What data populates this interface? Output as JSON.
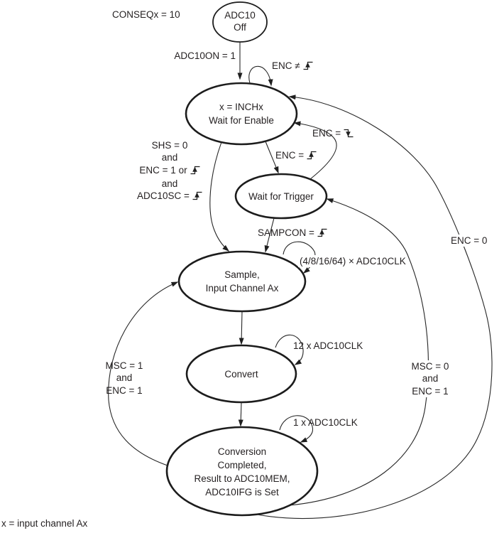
{
  "diagram": {
    "colors": {
      "line": "#262626",
      "ellipse_stroke": "#1c1c1c",
      "text": "#231f20",
      "background": "#ffffff"
    },
    "states": {
      "off": {
        "l1": "ADC10",
        "l2": "Off"
      },
      "enable": {
        "l1": "x = INCHx",
        "l2": "Wait for Enable"
      },
      "trigger": {
        "l1": "Wait for Trigger"
      },
      "sample": {
        "l1": "Sample,",
        "l2": "Input Channel Ax"
      },
      "convert": {
        "l1": "Convert"
      },
      "complete": {
        "l1": "Conversion",
        "l2": "Completed,",
        "l3": "Result to ADC10MEM,",
        "l4": "ADC10IFG is Set"
      }
    },
    "edges": {
      "conseq": "CONSEQx = 10",
      "adc10on": "ADC10ON = 1",
      "enc_ne": "ENC ≠",
      "enc_fall": "ENC =",
      "enc_rise": "ENC =",
      "shs1": "SHS = 0",
      "shs2": "and",
      "shs3": "ENC = 1 or",
      "shs4": "and",
      "shs5": "ADC10SC =",
      "sampcon": "SAMPCON =",
      "sample_loop": "(4/8/16/64) × ADC10CLK",
      "convert_loop": "12 x ADC10CLK",
      "complete_loop": "1 x ADC10CLK",
      "msc1_1": "MSC = 1",
      "msc1_2": "and",
      "msc1_3": "ENC = 1",
      "msc0_1": "MSC = 0",
      "msc0_2": "and",
      "msc0_3": "ENC = 1",
      "enc0": "ENC = 0",
      "footnote": "x = input channel Ax"
    },
    "icons": {
      "rising_edge": "rising-edge",
      "falling_edge": "falling-edge"
    }
  }
}
